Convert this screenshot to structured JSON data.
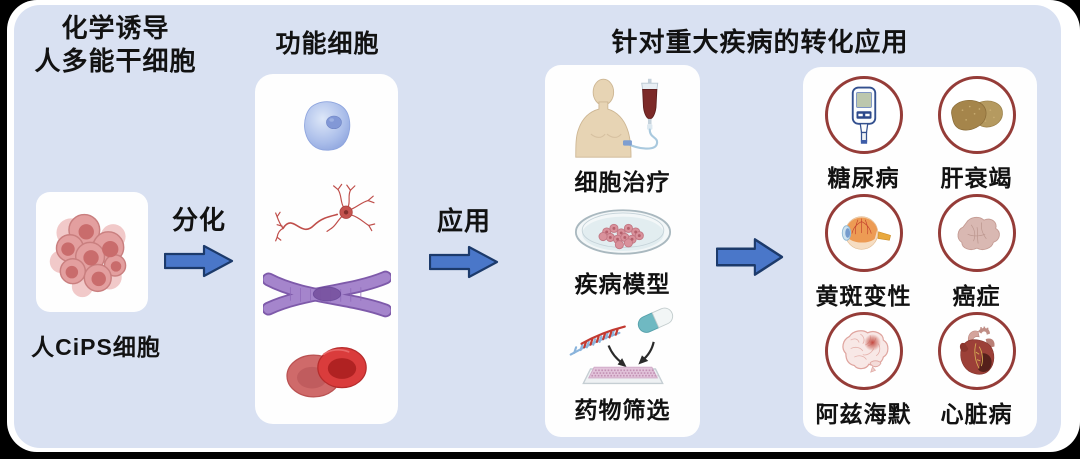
{
  "panel": {
    "background_color": "#d9e1f2",
    "frame_color": "#ffffff",
    "edge_color": "#000000"
  },
  "titles": {
    "source_line1": "化学诱导",
    "source_line2": "人多能干细胞",
    "functional_cells": "功能细胞",
    "applications": "针对重大疾病的转化应用"
  },
  "source_cell": {
    "label": "人CiPS细胞",
    "icon": "stem-cell-colony"
  },
  "arrows": {
    "fill_color": "#4a77c9",
    "border_color": "#1c3a6b",
    "differentiation_label": "分化",
    "application_label": "应用"
  },
  "functional_cells": {
    "icons": [
      "epithelial-cell",
      "neuron",
      "muscle-cell",
      "red-blood-cells"
    ]
  },
  "applications": {
    "items": [
      {
        "label": "细胞治疗",
        "icon": "patient-iv-infusion"
      },
      {
        "label": "疾病模型",
        "icon": "petri-dish-culture"
      },
      {
        "label": "药物筛选",
        "icon": "dna-pill-well-plate"
      }
    ]
  },
  "diseases": {
    "circle_border_color": "#953c38",
    "items": [
      {
        "label": "糖尿病",
        "icon": "glucose-meter"
      },
      {
        "label": "肝衰竭",
        "icon": "liver"
      },
      {
        "label": "黄斑变性",
        "icon": "eye"
      },
      {
        "label": "癌症",
        "icon": "tumor"
      },
      {
        "label": "阿兹海默",
        "icon": "brain"
      },
      {
        "label": "心脏病",
        "icon": "heart"
      }
    ]
  }
}
